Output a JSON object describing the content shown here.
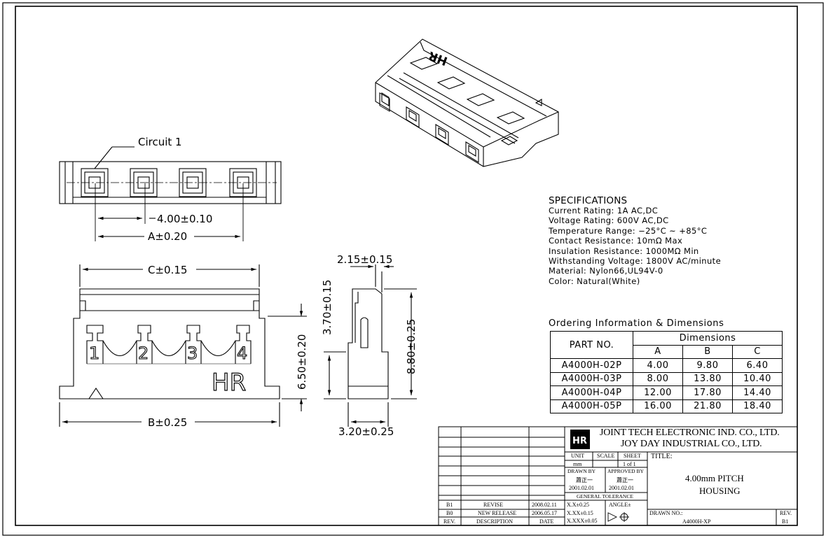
{
  "views": {
    "circuit_label": "Circuit 1",
    "dim_pitch": "4.00±0.10",
    "dim_a": "A±0.20",
    "dim_c": "C±0.15",
    "dim_b": "B±0.25",
    "dim_650": "6.50±0.20",
    "dim_215": "2.15±0.15",
    "dim_370": "3.70±0.15",
    "dim_880": "8.80±0.25",
    "dim_320": "3.20±0.25",
    "pin_labels": [
      "1",
      "2",
      "3",
      "4"
    ],
    "brand_mark": "HR"
  },
  "specifications": {
    "heading": "SPECIFICATIONS",
    "lines": [
      "Current Rating: 1A AC,DC",
      "Voltage Rating: 600V AC,DC",
      "Temperature Range: −25°C ~ +85°C",
      "Contact Resistance: 10mΩ Max",
      "Insulation Resistance: 1000MΩ Min",
      "Withstanding Voltage: 1800V AC/minute",
      "Material: Nylon66,UL94V-0",
      "Color: Natural(White)"
    ]
  },
  "ordering": {
    "title": "Ordering Information & Dimensions",
    "part_header": "PART NO.",
    "dims_header": "Dimensions",
    "columns": [
      "A",
      "B",
      "C"
    ],
    "rows": [
      {
        "part": "A4000H-02P",
        "a": "4.00",
        "b": "9.80",
        "c": "6.40"
      },
      {
        "part": "A4000H-03P",
        "a": "8.00",
        "b": "13.80",
        "c": "10.40"
      },
      {
        "part": "A4000H-04P",
        "a": "12.00",
        "b": "17.80",
        "c": "14.40"
      },
      {
        "part": "A4000H-05P",
        "a": "16.00",
        "b": "21.80",
        "c": "18.40"
      }
    ]
  },
  "title_block": {
    "company_1": "JOINT TECH ELECTRONIC IND. CO., LTD.",
    "company_2": "JOY DAY INDUSTRIAL CO., LTD.",
    "unit_label": "UNIT",
    "unit_value": "mm",
    "scale_label": "SCALE",
    "sheet_label": "SHEET",
    "sheet_value": "1 of 1",
    "title_label": "TITLE:",
    "title_line1": "4.00mm PITCH",
    "title_line2": "HOUSING",
    "drawn_by_label": "DRAWN BY",
    "drawn_by_name": "蕭正一",
    "drawn_date": "2001.02.01",
    "approved_by_label": "APPROVED BY",
    "approved_by_name": "蕭正一",
    "approved_date": "2001.02.01",
    "gen_tol_label": "GENERAL TOLERANCE",
    "tol_1": "X.X±0.25",
    "tol_2": "X.XX±0.15",
    "tol_3": "X.XXX±0.05",
    "angle_label": "ANGLE±",
    "drawing_no_label": "DRAWN NO.:",
    "drawing_no": "A4000H-XP",
    "rev_label": "REV.",
    "rev_value": "B1",
    "revisions": [
      {
        "rev": "B1",
        "desc": "REVISE",
        "date": "2008.02.11"
      },
      {
        "rev": "B0",
        "desc": "NEW RELEASE",
        "date": "2006.05.17"
      }
    ],
    "rev_header": "REV.",
    "desc_header": "DESCRIPTION",
    "date_header": "DATE"
  }
}
